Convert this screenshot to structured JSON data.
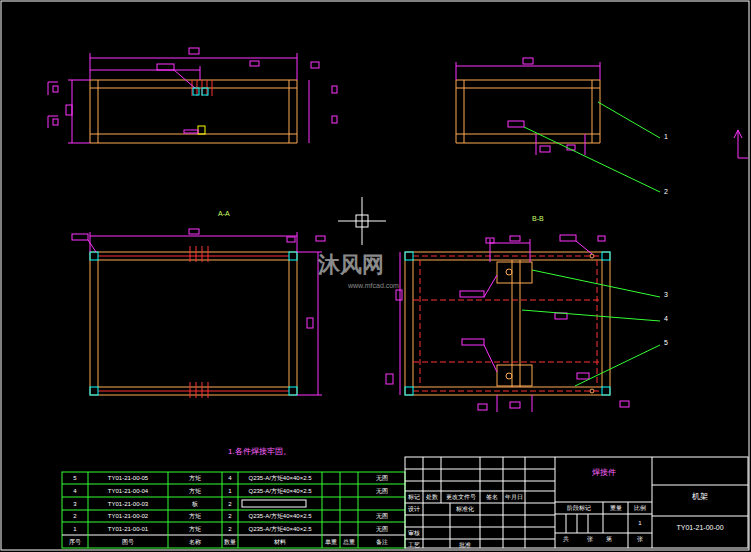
{
  "diagram": {
    "labels": [
      "A-A",
      "B-B",
      "1",
      "2",
      "3",
      "4",
      "5",
      "1.各件焊接牢固。",
      "5",
      "TY01-21-00-05",
      "方矩",
      "4",
      "Q235-A/方矩40×40×2.5",
      "无图",
      "4",
      "TY01-21-00-04",
      "方矩",
      "1",
      "Q235-A/方矩40×40×2.5",
      "无图",
      "3",
      "TY01-21-00-03",
      "板",
      "2",
      "2",
      "TY01-21-00-02",
      "方矩",
      "2",
      "Q235-A/方矩40×40×2.5",
      "无图",
      "1",
      "TY01-21-00-01",
      "方矩",
      "2",
      "Q235-A/方矩40×40×2.5",
      "无图",
      "序号",
      "图号",
      "名称",
      "数量",
      "材料",
      "单重",
      "总重",
      "备注",
      "标记",
      "处数",
      "更改文件号",
      "签名",
      "年月日",
      "设计",
      "标准化",
      "审核",
      "工艺",
      "批准",
      "阶段标记",
      "重量",
      "比例",
      "1",
      "共",
      "张",
      "第",
      "张",
      "焊接件",
      "机架",
      "TY01-21-00-00",
      "沐风网",
      "www.mfcad.com"
    ]
  }
}
